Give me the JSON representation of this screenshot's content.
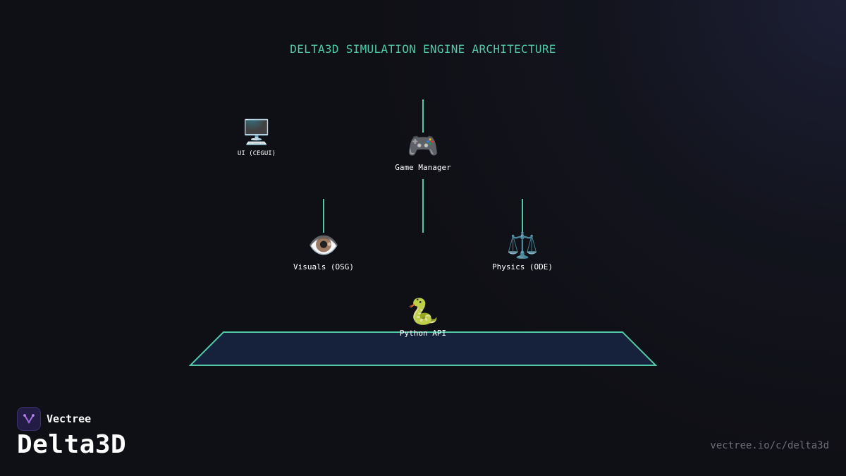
{
  "title": "DELTA3D SIMULATION ENGINE ARCHITECTURE",
  "nodes": {
    "ui": {
      "icon": "🖥️",
      "icon_name": "monitor-icon",
      "label": "UI (CEGUI)"
    },
    "game_manager": {
      "icon": "🎮",
      "icon_name": "gamepad-icon",
      "label": "Game Manager"
    },
    "visuals": {
      "icon": "👁️",
      "icon_name": "eye-icon",
      "label": "Visuals (OSG)"
    },
    "physics": {
      "icon": "⚖️",
      "icon_name": "balance-scale-icon",
      "label": "Physics (ODE)"
    },
    "python_api": {
      "icon": "🐍",
      "icon_name": "python-snake-icon",
      "label": "Python API"
    }
  },
  "branding": {
    "company": "Vectree",
    "product": "Delta3D",
    "url": "vectree.io/c/delta3d"
  },
  "colors": {
    "accent": "#4fc9a6",
    "background": "#0f1015",
    "platform_fill": "#16223b",
    "logo_bg": "#231d45"
  }
}
